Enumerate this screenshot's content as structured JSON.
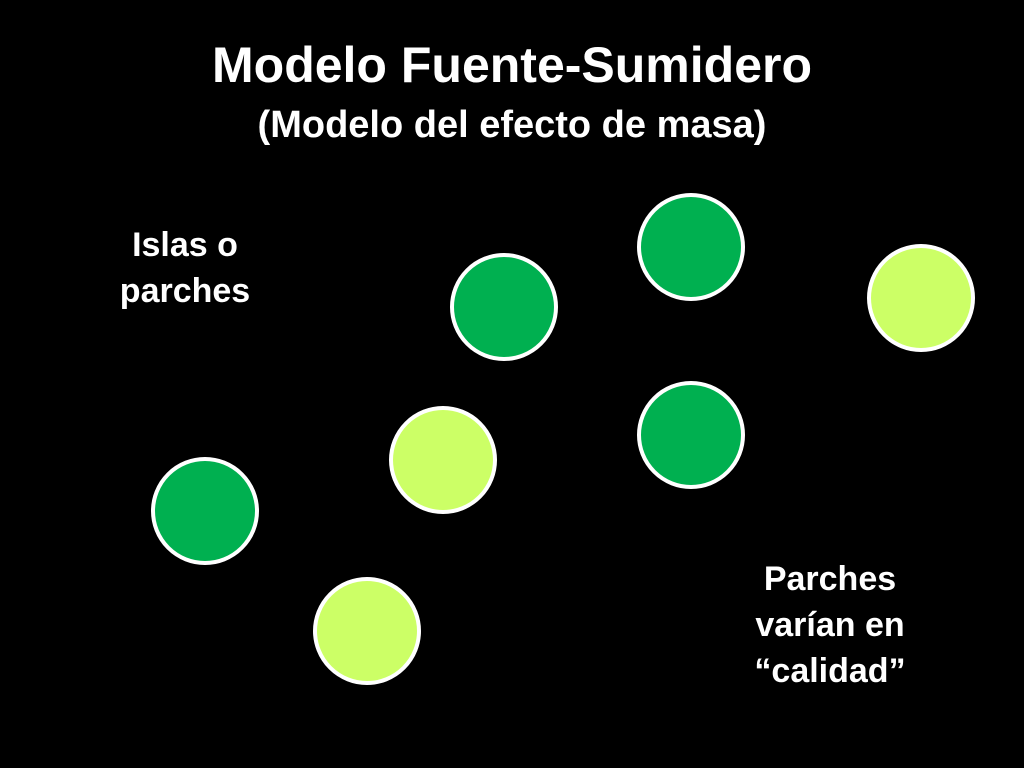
{
  "slide": {
    "title": "Modelo Fuente-Sumidero",
    "subtitle": "(Modelo del efecto de masa)",
    "label_left": [
      "Islas o",
      "parches"
    ],
    "label_right": [
      "Parches",
      "varían en",
      "“calidad”"
    ]
  },
  "patches": [
    {
      "quality": "high"
    },
    {
      "quality": "high"
    },
    {
      "quality": "low"
    },
    {
      "quality": "high"
    },
    {
      "quality": "low"
    },
    {
      "quality": "high"
    },
    {
      "quality": "low"
    }
  ],
  "colors": {
    "background": "#000000",
    "text": "#ffffff",
    "patch_high": "#00b050",
    "patch_low": "#ccff66",
    "patch_outline": "#ffffff"
  }
}
